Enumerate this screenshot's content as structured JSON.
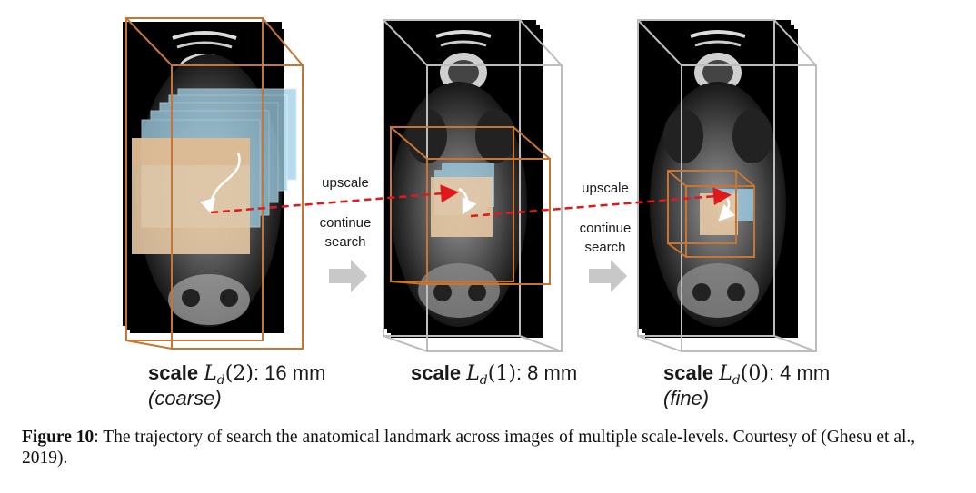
{
  "panels": [
    {
      "scale_word": "scale",
      "symbol": "L",
      "subscript": "d",
      "arg": "(2)",
      "value": ": 16 mm",
      "note": "(coarse)"
    },
    {
      "scale_word": "scale",
      "symbol": "L",
      "subscript": "d",
      "arg": "(1)",
      "value": ": 8 mm",
      "note": ""
    },
    {
      "scale_word": "scale",
      "symbol": "L",
      "subscript": "d",
      "arg": "(0)",
      "value": ": 4 mm",
      "note": "(fine)"
    }
  ],
  "transitions": [
    {
      "upscale": "upscale",
      "continue": "continue",
      "search": "search"
    },
    {
      "upscale": "upscale",
      "continue": "continue",
      "search": "search"
    }
  ],
  "caption": {
    "label": "Figure 10",
    "text": ": The trajectory of search the anatomical landmark across images of multiple scale-levels. Courtesy of (Ghesu et al., 2019)."
  },
  "colors": {
    "box_outline": "#c87533",
    "search_box_fill": "#e6c8a4",
    "trail_fill": "#9fd0e6",
    "trajectory": "#e0191b",
    "step_arrow": "#c8c8c8",
    "frame": "#bdbdbd"
  }
}
